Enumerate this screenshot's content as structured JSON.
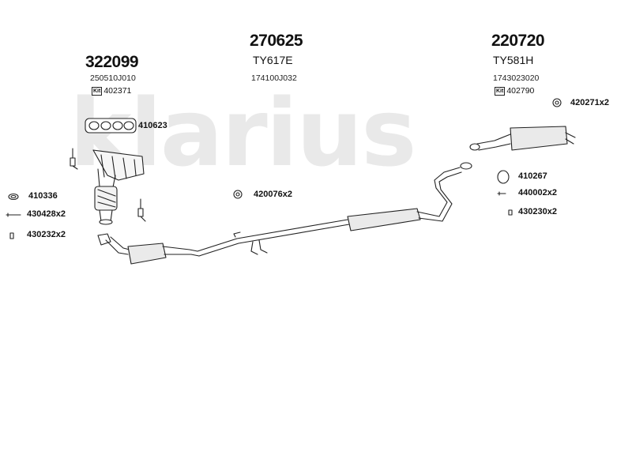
{
  "brand": {
    "watermark": "klarius"
  },
  "groups": [
    {
      "number": "322099",
      "code": "250510J010",
      "kit": "402371"
    },
    {
      "number": "270625",
      "model": "TY617E",
      "code": "174100J032"
    },
    {
      "number": "220720",
      "model": "TY581H",
      "code": "1743023020",
      "kit": "402790"
    }
  ],
  "kit_label": "Kit",
  "parts": {
    "gasket_410623": "410623",
    "ring_410336": "410336",
    "bolt_430428": "430428x2",
    "nut_430232": "430232x2",
    "rubber_420076": "420076x2",
    "rubber_420271": "420271x2",
    "ring_410267": "410267",
    "bolt_440002": "440002x2",
    "nut_430230": "430230x2"
  },
  "colors": {
    "line": "#222222",
    "watermark": "#e9e9e9"
  }
}
